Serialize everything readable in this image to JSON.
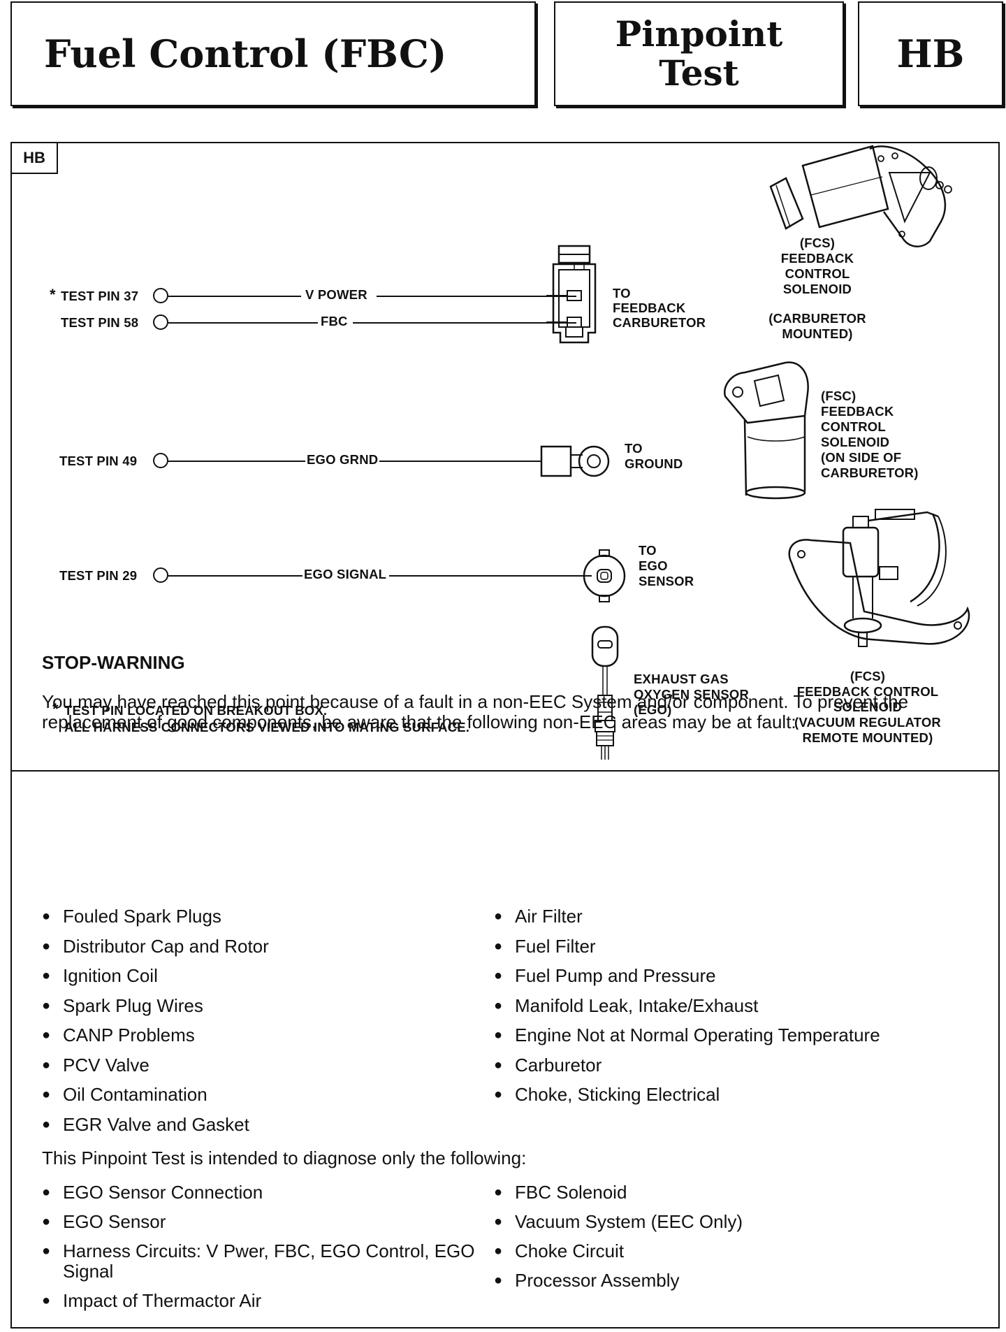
{
  "header": {
    "title": "Fuel Control (FBC)",
    "test_type_line1": "Pinpoint",
    "test_type_line2": "Test",
    "code": "HB"
  },
  "diagram": {
    "tag": "HB",
    "rows": [
      {
        "pin": "TEST PIN 37",
        "starred": true,
        "wire": "V POWER",
        "dest": [
          "TO",
          "FEEDBACK",
          "CARBURETOR"
        ]
      },
      {
        "pin": "TEST PIN 58",
        "starred": false,
        "wire": "FBC"
      },
      {
        "pin": "TEST PIN 49",
        "starred": false,
        "wire": "EGO GRND",
        "dest": [
          "TO",
          "GROUND"
        ]
      },
      {
        "pin": "TEST PIN 29",
        "starred": false,
        "wire": "EGO SIGNAL",
        "dest": [
          "TO",
          "EGO",
          "SENSOR"
        ]
      }
    ],
    "star": "*",
    "ego_label": [
      "EXHAUST GAS",
      "OXYGEN SENSOR",
      "(EGO)"
    ],
    "note_line1": "TEST PIN LOCATED ON BREAKOUT BOX.",
    "note_line2": "ALL HARNESS CONNECTORS VIEWED INTO MATING SURFACE.",
    "components": [
      {
        "lines": [
          "(FCS)",
          "FEEDBACK",
          "CONTROL",
          "SOLENOID"
        ],
        "sub": [
          "(CARBURETOR",
          "MOUNTED)"
        ]
      },
      {
        "lines": [
          "(FSC)",
          "FEEDBACK",
          "CONTROL",
          "SOLENOID",
          "(ON SIDE OF",
          "CARBURETOR)"
        ]
      },
      {
        "lines": [
          "(FCS)",
          "FEEDBACK CONTROL",
          "SOLENOID",
          "(VACUUM REGULATOR",
          "REMOTE MOUNTED)"
        ]
      }
    ]
  },
  "warning": {
    "title": "STOP-WARNING",
    "body": "You may have reached this point because of a fault in a non-EEC System and/or component. To prevent the replacement of good components, be aware that the following non-EEC areas may be at fault:",
    "left_items": [
      "Fouled Spark Plugs",
      "Distributor Cap and Rotor",
      "Ignition Coil",
      "Spark Plug Wires",
      "CANP Problems",
      "PCV Valve",
      "Oil Contamination",
      "EGR Valve and Gasket"
    ],
    "right_items": [
      "Air Filter",
      "Fuel Filter",
      "Fuel Pump and Pressure",
      "Manifold Leak, Intake/Exhaust",
      "Engine Not at Normal Operating Temperature",
      "Carburetor",
      "Choke, Sticking Electrical"
    ],
    "intended": "This Pinpoint Test is intended to diagnose only the following:",
    "diag_left": [
      "EGO Sensor Connection",
      "EGO Sensor",
      "Harness Circuits: V Pwer, FBC, EGO Control, EGO Signal",
      "Impact of Thermactor Air"
    ],
    "diag_right": [
      "FBC Solenoid",
      "Vacuum System (EEC Only)",
      "Choke Circuit",
      "Processor Assembly"
    ]
  }
}
